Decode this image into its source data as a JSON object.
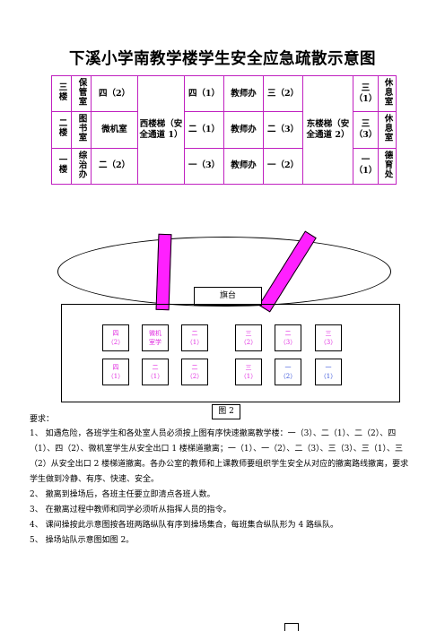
{
  "title": "下溪小学南教学楼学生安全应急疏散示意图",
  "floor_plan": {
    "floors": [
      {
        "label": "三楼",
        "room1": "保管室",
        "room2": "四（2）",
        "room3": "四（1）",
        "room4": "教师办",
        "room5": "三（2）",
        "room6": "三（1）",
        "room7": "休息室"
      },
      {
        "label": "二楼",
        "room1": "图书室",
        "room2": "微机室",
        "room3": "二（1）",
        "room4": "教师办",
        "room5": "二（3）",
        "room6": "三（3）",
        "room7": "休息室"
      },
      {
        "label": "一楼",
        "room1": "综治办",
        "room2": "二（2）",
        "room3": "一（3）",
        "room4": "教师办",
        "room5": "一（2）",
        "room6": "一（1）",
        "room7": "德育处"
      }
    ],
    "west_stair": "西楼梯（安全通道 1）",
    "east_stair": "东楼梯（安全通道 2）"
  },
  "diagram": {
    "stage_label": "旗台",
    "figure_label": "图 2",
    "row1": [
      {
        "name": "四",
        "num": "（2）",
        "color": "pink"
      },
      {
        "name": "微机",
        "num": "室学",
        "color": "pink"
      },
      {
        "name": "二",
        "num": "（1）",
        "color": "pink"
      },
      {
        "name": "三",
        "num": "（2）",
        "color": "pink"
      },
      {
        "name": "二",
        "num": "（3）",
        "color": "pink"
      },
      {
        "name": "三",
        "num": "（3）",
        "color": "pink"
      }
    ],
    "row2": [
      {
        "name": "四",
        "num": "（1）",
        "color": "pink"
      },
      {
        "name": "二",
        "num": "（1）",
        "color": "pink"
      },
      {
        "name": "二",
        "num": "（2）",
        "color": "pink"
      },
      {
        "name": "三",
        "num": "（1）",
        "color": "pink"
      },
      {
        "name": "一",
        "num": "（2）",
        "color": "blue"
      },
      {
        "name": "一",
        "num": "（1）",
        "color": "blue"
      }
    ]
  },
  "requirements_heading": "要求：",
  "requirements": [
    "1、 如遇危险，各班学生和各处室人员必须按上图有序快速撤离教学楼：一（3）、二（1）、二（2）、四（1）、四（2）、微机室学生从安全出口 1 楼梯道撤离；一（1）、一（2）、二（3）、三（3）、三（1）、三（2）从安全出口 2 楼梯道撤离。各办公室的教师和上课教师要组织学生安全从对应的撤离路线撤离，要求学生做到冷静、有序、快速、安全。",
    "2、 撤离到操场后，各班主任要立即清点各班人数。",
    "3、 在撤离过程中教师和同学必须听从指挥人员的指令。",
    "4、 课间操按此示意图按各班两路纵队有序到操场集合，每班集合纵队形为 4 路纵队。",
    "5、 操场站队示意图如图 2。"
  ]
}
